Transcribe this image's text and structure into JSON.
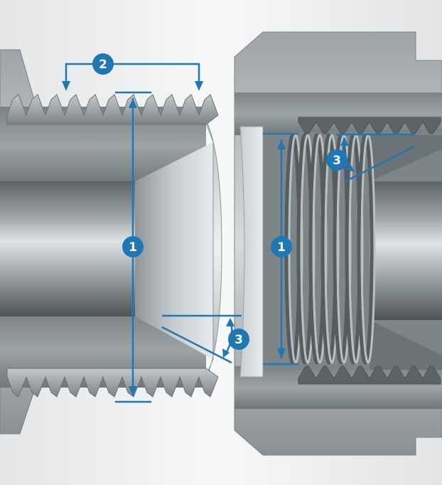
{
  "colors": {
    "accent": "#1f78b4",
    "background": "#eceeef",
    "steel_dark": "#4f5559",
    "steel_mid": "#8e9599",
    "steel_light": "#c9cfd2"
  },
  "callouts": {
    "male_diameter": "1",
    "female_diameter": "1",
    "thread_pitch": "2",
    "male_flank_angle": "3",
    "female_flank_angle": "3"
  },
  "parts": {
    "left": "male-threaded-fitting",
    "right": "female-threaded-port"
  }
}
